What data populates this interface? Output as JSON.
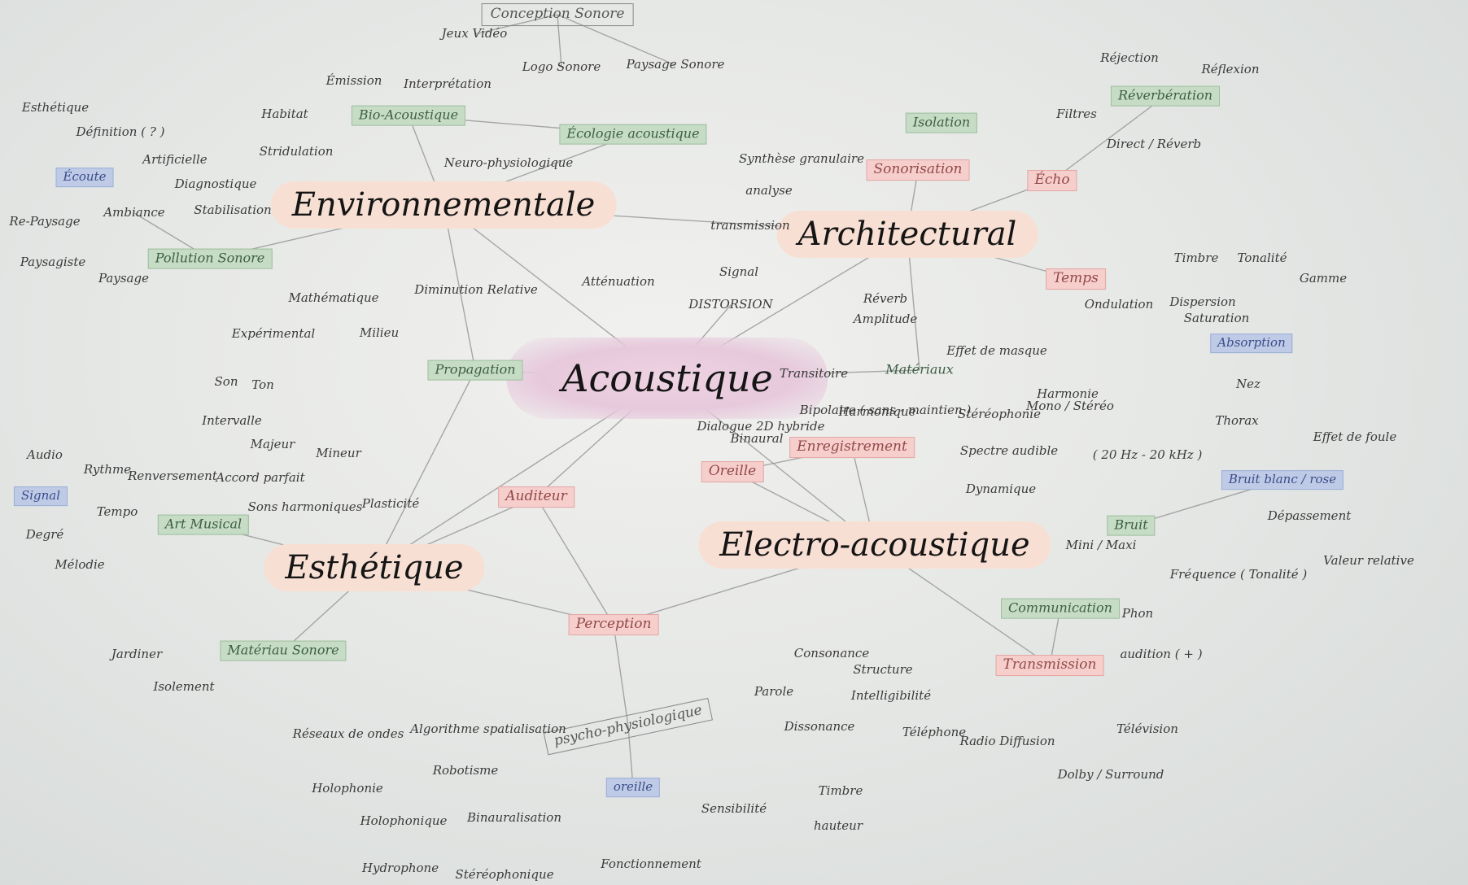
{
  "central_topic": "Acoustique",
  "main_branches": {
    "environnementale": "Environnementale",
    "architectural": "Architectural",
    "esthetique": "Esthétique",
    "electro_acoustique": "Electro-acoustique"
  },
  "boxed_topics": {
    "conception_sonore": "Conception Sonore",
    "bio_acoustique": "Bio-Acoustique",
    "ecologie_acoustique": "Écologie acoustique",
    "isolation": "Isolation",
    "sonorisation": "Sonorisation",
    "echo": "Écho",
    "reverberation": "Réverbération",
    "temps": "Temps",
    "pollution_sonore": "Pollution Sonore",
    "propagation": "Propagation",
    "distorsion": "DISTORSION",
    "materiaux": "Matériaux",
    "signal": "Signal",
    "enregistrement": "Enregistrement",
    "oreille": "Oreille",
    "auditeur": "Auditeur",
    "art_musical": "Art Musical",
    "perception": "Perception",
    "materiau_sonore": "Matériau Sonore",
    "bruit": "Bruit",
    "communication": "Communication",
    "transmission": "Transmission",
    "psycho_physiologique": "psycho-physiologique",
    "oreille_bas": "oreille",
    "absorption": "Absorption",
    "ecoute": "Écoute",
    "bruit_blanc_rose": "Bruit blanc / rose",
    "signal_box": "Signal"
  },
  "leaf_labels": {
    "lieux_video": "Jeux Vidéo",
    "logo_sonore": "Logo Sonore",
    "paysage_sonore": "Paysage Sonore",
    "emission": "Émission",
    "interpretation": "Interprétation",
    "habitat": "Habitat",
    "stridulation": "Stridulation",
    "neuro_physiologique": "Neuro-physiologique",
    "synthese_granulaire": "Synthèse granulaire",
    "esthetique_top": "Esthétique",
    "definition": "Définition ( ? )",
    "artificielle": "Artificielle",
    "diagnostique": "Diagnostique",
    "stabilisation": "Stabilisation",
    "ambiance": "Ambiance",
    "re_paysage": "Re-Paysage",
    "paysagiste": "Paysagiste",
    "paysage": "Paysage",
    "analyse": "analyse",
    "transmission_small": "transmission",
    "diminution_relative": "Diminution Relative",
    "attenuation": "Atténuation",
    "mathematique": "Mathématique",
    "experimental": "Expérimental",
    "milieu": "Milieu",
    "reverb": "Réverb",
    "amplitude": "Amplitude",
    "transitoire": "Transitoire",
    "rejection": "Réjection",
    "reflexion": "Réflexion",
    "filtres": "Filtres",
    "direct_reverb": "Direct / Réverb",
    "spectre_audible": "Spectre audible",
    "frequence": "( 20 Hz - 20 kHz )",
    "dynamique": "Dynamique",
    "stereophonie": "Stéréophonie",
    "mono_stereo": "Mono / Stéréo",
    "binaural": "Binaural",
    "harmonique": "Harmonique",
    "timbre": "Timbre",
    "tonalite": "Tonalité",
    "gamme": "Gamme",
    "renversement": "Renversement",
    "accord_parfait": "Accord parfait",
    "mineur": "Mineur",
    "majeur": "Majeur",
    "intervalle": "Intervalle",
    "son": "Son",
    "ton": "Ton",
    "sons_harmoniques": "Sons harmoniques",
    "audio": "Audio",
    "rythme": "Rythme",
    "tempo": "Tempo",
    "degre": "Degré",
    "melodie": "Mélodie",
    "plasticite": "Plasticité",
    "jardiner": "Jardiner",
    "isolement": "Isolement",
    "ondulation": "Ondulation",
    "dispersion": "Dispersion",
    "saturation": "Saturation",
    "de_ss_eb": "Dépassement",
    "effet_de_foule": "Effet de foule",
    "nez": "Nez",
    "thorax": "Thorax",
    "mini_maxi": "Mini / Maxi",
    "frequence_bottom": "Fréquence ( Tonalité )",
    "valeur_relative": "Valeur relative",
    "phon": "Phon",
    "audition": "audition ( + )",
    "consonance": "Consonance",
    "structure": "Structure",
    "parole": "Parole",
    "intelligibilite": "Intelligibilité",
    "dissonance": "Dissonance",
    "telephone": "Téléphone",
    "radio_diffusion": "Radio Diffusion",
    "television": "Télévision",
    "dolby_surround": "Dolby / Surround",
    "reseaux_de_ondes": "Réseaux de ondes",
    "algorithme_spatialisation": "Algorithme spatialisation",
    "robotisme": "Robotisme",
    "holophonie_top": "Holophonie",
    "holophonique": "Holophonique",
    "binauralisation": "Binauralisation",
    "stereophonique": "Stéréophonique",
    "fonctionnement": "Fonctionnement",
    "sensibilite": "Sensibilité",
    "timbre_b": "Timbre",
    "hauteur": "hauteur",
    "hydrophone": "Hydrophone",
    "transition_piste": "Dialogue 2D hybride",
    "bipolaire": "Bipolaire ( sans - maintien )",
    "effet_masque": "Effet de masque",
    "harmonie": "Harmonie"
  }
}
